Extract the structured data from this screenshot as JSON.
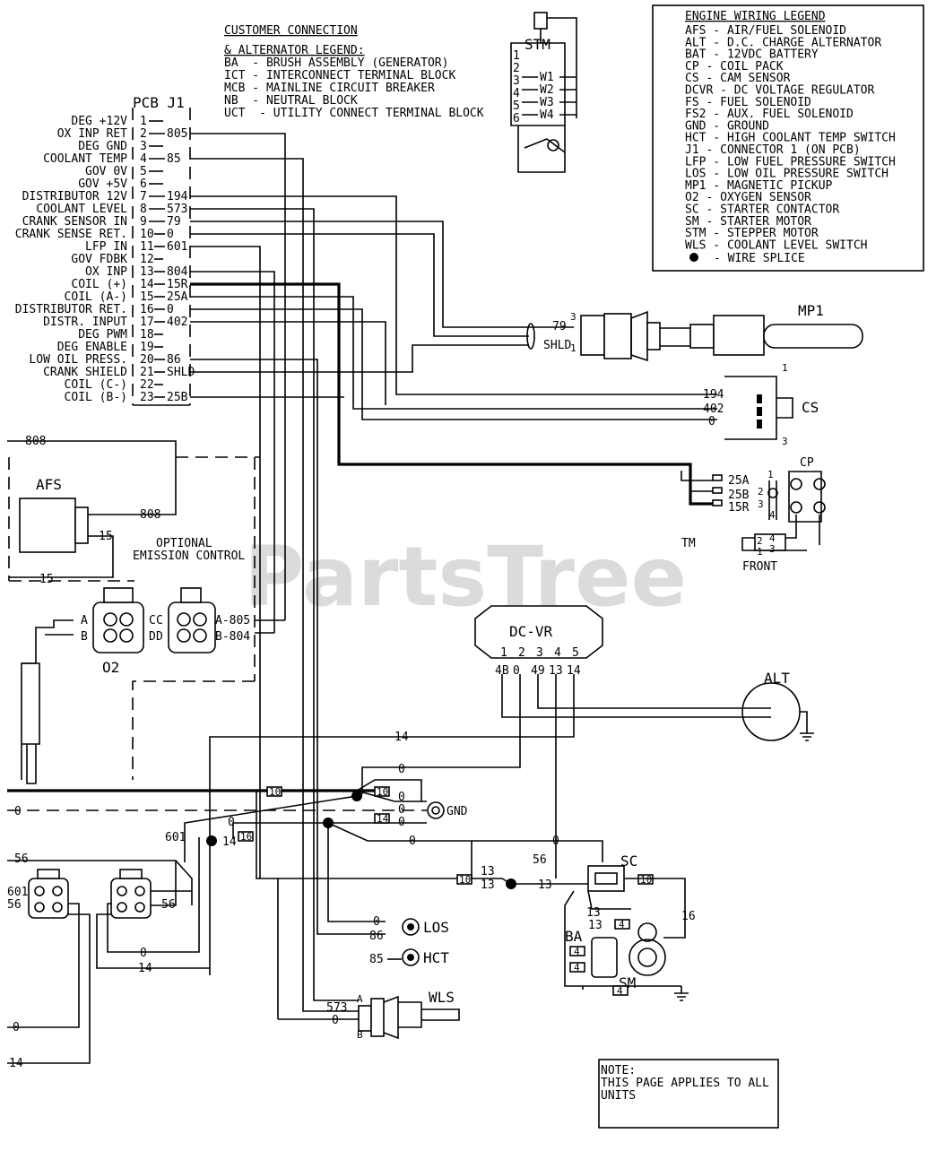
{
  "customer_legend": {
    "title": "CUSTOMER CONNECTION",
    "subtitle": "& ALTERNATOR LEGEND:",
    "items": [
      "BA  - BRUSH ASSEMBLY (GENERATOR)",
      "ICT - INTERCONNECT TERMINAL BLOCK",
      "MCB - MAINLINE CIRCUIT BREAKER",
      "NB  - NEUTRAL BLOCK",
      "UCT  - UTILITY CONNECT TERMINAL BLOCK"
    ]
  },
  "engine_legend": {
    "title": "ENGINE WIRING LEGEND",
    "items": [
      "AFS - AIR/FUEL SOLENOID",
      "ALT - D.C. CHARGE ALTERNATOR",
      "BAT - 12VDC BATTERY",
      "CP  - COIL PACK",
      "CS  - CAM SENSOR",
      "DCVR  - DC VOLTAGE REGULATOR",
      "FS  - FUEL SOLENOID",
      "FS2  - AUX. FUEL SOLENOID",
      "GND - GROUND",
      "HCT - HIGH COOLANT TEMP SWITCH",
      "J1 - CONNECTOR 1 (ON PCB)",
      "LFP - LOW FUEL PRESSURE SWITCH",
      "LOS - LOW OIL PRESSURE SWITCH",
      "MP1 - MAGNETIC PICKUP",
      "O2  - OXYGEN SENSOR",
      "SC  - STARTER CONTACTOR",
      "SM  - STARTER MOTOR",
      "STM - STEPPER MOTOR",
      "WLS - COOLANT LEVEL SWITCH"
    ],
    "splice_label": "- WIRE SPLICE"
  },
  "pcb": {
    "title": "PCB J1",
    "pins": [
      {
        "label": "DEG +12V",
        "num": "1",
        "wire": ""
      },
      {
        "label": "OX INP RET",
        "num": "2",
        "wire": "805"
      },
      {
        "label": "DEG GND",
        "num": "3",
        "wire": ""
      },
      {
        "label": "COOLANT TEMP",
        "num": "4",
        "wire": "85"
      },
      {
        "label": "GOV 0V",
        "num": "5",
        "wire": ""
      },
      {
        "label": "GOV +5V",
        "num": "6",
        "wire": ""
      },
      {
        "label": "DISTRIBUTOR 12V",
        "num": "7",
        "wire": "194"
      },
      {
        "label": "COOLANT LEVEL",
        "num": "8",
        "wire": "573"
      },
      {
        "label": "CRANK SENSOR IN",
        "num": "9",
        "wire": "79"
      },
      {
        "label": "CRANK SENSE RET.",
        "num": "10",
        "wire": "0"
      },
      {
        "label": "LFP IN",
        "num": "11",
        "wire": "601"
      },
      {
        "label": "GOV FDBK",
        "num": "12",
        "wire": ""
      },
      {
        "label": "OX INP",
        "num": "13",
        "wire": "804"
      },
      {
        "label": "COIL (+)",
        "num": "14",
        "wire": "15R"
      },
      {
        "label": "COIL (A-)",
        "num": "15",
        "wire": "25A"
      },
      {
        "label": "DISTRIBUTOR RET.",
        "num": "16",
        "wire": "0"
      },
      {
        "label": "DISTR. INPUT",
        "num": "17",
        "wire": "402"
      },
      {
        "label": "DEG PWM",
        "num": "18",
        "wire": ""
      },
      {
        "label": "DEG ENABLE",
        "num": "19",
        "wire": ""
      },
      {
        "label": "LOW OIL PRESS.",
        "num": "20",
        "wire": "86"
      },
      {
        "label": "CRANK SHIELD",
        "num": "21",
        "wire": "SHLD"
      },
      {
        "label": "COIL (C-)",
        "num": "22",
        "wire": ""
      },
      {
        "label": "COIL (B-)",
        "num": "23",
        "wire": "25B"
      }
    ]
  },
  "stm": {
    "title": "STM",
    "pins": [
      "1",
      "2",
      "3",
      "4",
      "5",
      "6"
    ],
    "windings": [
      "W1",
      "W2",
      "W3",
      "W4"
    ]
  },
  "mp1": {
    "title": "MP1",
    "wires": [
      "79",
      "SHLD"
    ],
    "pins": [
      "3",
      "1"
    ]
  },
  "cs": {
    "title": "CS",
    "wires": [
      "194",
      "402",
      "0"
    ],
    "pins": [
      "1",
      "3"
    ]
  },
  "cp": {
    "title": "CP",
    "wires": [
      "25A",
      "25B",
      "15R"
    ],
    "pins": [
      "1",
      "2",
      "3",
      "4"
    ],
    "small": [
      "2",
      "4",
      "1",
      "3"
    ],
    "front": "FRONT"
  },
  "afs": {
    "title": "AFS",
    "wires": [
      "808",
      "15",
      "15"
    ],
    "top_wire": "808"
  },
  "emission": {
    "line1": "OPTIONAL",
    "line2": "EMISSION CONTROL"
  },
  "o2": {
    "title": "O2",
    "left_pins": [
      "A",
      "B"
    ],
    "mid_pins": [
      "C",
      "D"
    ],
    "right_pins": [
      "C",
      "D"
    ],
    "wires": [
      "A-805",
      "B-804"
    ]
  },
  "dcvr": {
    "title": "DC-VR",
    "pins": [
      "1",
      "2",
      "3",
      "4",
      "5"
    ],
    "wires": [
      "4B",
      "0",
      "49",
      "13",
      "14"
    ]
  },
  "alt": {
    "title": "ALT"
  },
  "gnd": {
    "title": "GND"
  },
  "sc": {
    "title": "SC"
  },
  "ba": {
    "title": "BA"
  },
  "sm": {
    "title": "SM"
  },
  "los": {
    "title": "LOS",
    "wire": "0"
  },
  "hct": {
    "title": "HCT",
    "wire": "85"
  },
  "wls": {
    "title": "WLS",
    "wire_a": "573",
    "wire_b": "0",
    "pins": [
      "A",
      "B"
    ]
  },
  "wire_labels": {
    "w14_a": "14",
    "w0_a": "0",
    "w0_b": "0",
    "w0_c": "0",
    "w0_d": "0",
    "w601": "601",
    "w14_b": "14",
    "w56_a": "56",
    "w56_b": "56",
    "w56_c": "56",
    "w601_b": "601",
    "w13_a": "13",
    "w13_b": "13",
    "w13_c": "13",
    "w16": "16",
    "w0_bot": "0",
    "w14_bot": "14",
    "w0_far": "0",
    "w14_far": "14",
    "w86": "86",
    "w0_gnd": "0",
    "w0_los": "0",
    "w4_a": "4",
    "w4_b": "4",
    "w4_c": "4",
    "w4_d": "4",
    "w13_sm": "13",
    "w13_sm2": "13"
  },
  "boxed_tags": {
    "b16": "16",
    "b4": "4",
    "b10": "10",
    "b10b": "10",
    "b10c": "10",
    "b10d": "10",
    "b14": "14"
  },
  "note": {
    "line1": "NOTE:",
    "line2": "THIS PAGE APPLIES TO ALL",
    "line3": "UNITS"
  },
  "watermark": {
    "text": "PartsTree",
    "tm": "TM"
  }
}
